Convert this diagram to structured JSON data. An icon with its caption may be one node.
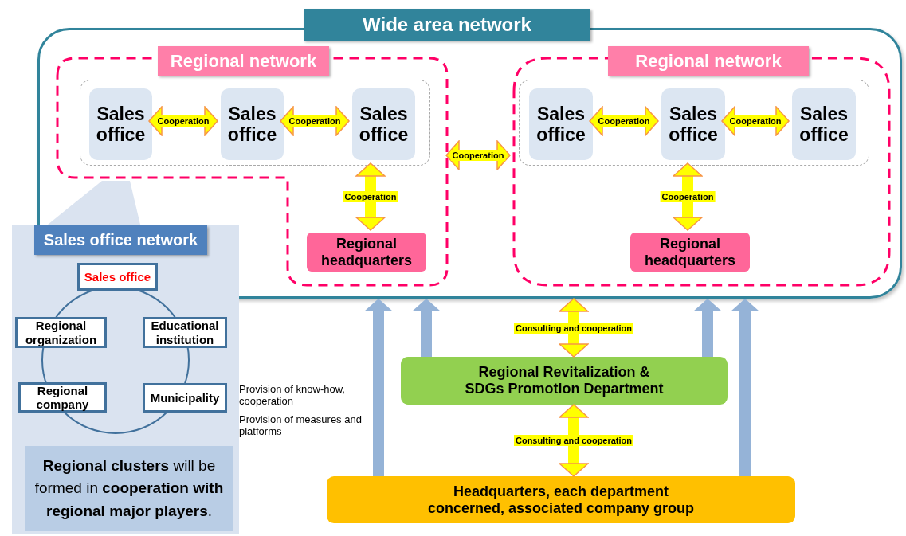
{
  "diagram": {
    "nodes": [
      {
        "text": [
          "Wide area network"
        ]
      },
      {
        "text": [
          "Regional network"
        ],
        "in": 0
      },
      {
        "text": [],
        "shape": "box",
        "in": 1
      },
      {
        "text": [
          "Sales office"
        ],
        "in": 2
      },
      {
        "text": [
          "Sales office"
        ],
        "in": 2
      },
      {
        "text": [
          "Sales office"
        ],
        "in": 2
      },
      {
        "text": [
          "Regional headquarters"
        ],
        "in": 1
      },
      {
        "text": [
          "Regional network"
        ],
        "in": 0
      },
      {
        "text": [],
        "shape": "box",
        "in": 7
      },
      {
        "text": [
          "Sales office"
        ],
        "in": 8
      },
      {
        "text": [
          "Sales office"
        ],
        "in": 8
      },
      {
        "text": [
          "Sales office"
        ],
        "in": 8
      },
      {
        "text": [
          "Regional headquarters"
        ],
        "in": 7
      },
      {
        "text": [
          "Sales office network"
        ]
      },
      {
        "text": [
          "Sales office"
        ]
      },
      {
        "text": [
          "Regional organization"
        ],
        "in": 13
      },
      {
        "text": [
          "Educational institution"
        ],
        "in": 13
      },
      {
        "text": [
          "Regional company"
        ],
        "in": 13
      },
      {
        "text": [
          "Municipality"
        ],
        "in": 13
      },
      {
        "text": [
          "**Regional clusters** will be formed in **cooperation with regional major players**."
        ],
        "in": 13
      },
      {
        "text": [
          "Regional Revitalization & SDGs Promotion Department"
        ]
      },
      {
        "text": [
          "Headquarters, each department concerned, associated company group"
        ]
      },
      {
        "text": [],
        "shape": "triangle",
        "in": 0
      }
    ],
    "edges": [
      {
        "from": 3,
        "to": 4,
        "arrow": "both",
        "label": "Cooperation"
      },
      {
        "from": 4,
        "to": 5,
        "arrow": "both",
        "label": "Cooperation"
      },
      {
        "from": 9,
        "to": 10,
        "arrow": "both",
        "label": "Cooperation"
      },
      {
        "from": 10,
        "to": 11,
        "arrow": "both",
        "label": "Cooperation"
      },
      {
        "from": 1,
        "to": 7,
        "arrow": "both",
        "label": "Cooperation"
      },
      {
        "from": 2,
        "to": 6,
        "arrow": "both",
        "label": "Cooperation"
      },
      {
        "from": 8,
        "to": 12,
        "arrow": "both",
        "label": "Cooperation"
      },
      {
        "from": 20,
        "to": 0,
        "arrow": "both",
        "label": "Consulting and cooperation"
      },
      {
        "from": 20,
        "to": 21,
        "arrow": "both",
        "label": "Consulting and cooperation"
      },
      {
        "from": 21,
        "to": 0,
        "arrow": "to",
        "color": "#95b3d7"
      },
      {
        "from": 20,
        "to": 0,
        "arrow": "to",
        "color": "#95b3d7"
      },
      {
        "from": 20,
        "to": 0,
        "arrow": "to",
        "color": "#95b3d7"
      },
      {
        "from": 21,
        "to": 0,
        "arrow": "to",
        "color": "#95b3d7"
      }
    ],
    "labels": [
      "Provision of know-how, cooperation",
      "Provision of measures and platforms"
    ]
  }
}
